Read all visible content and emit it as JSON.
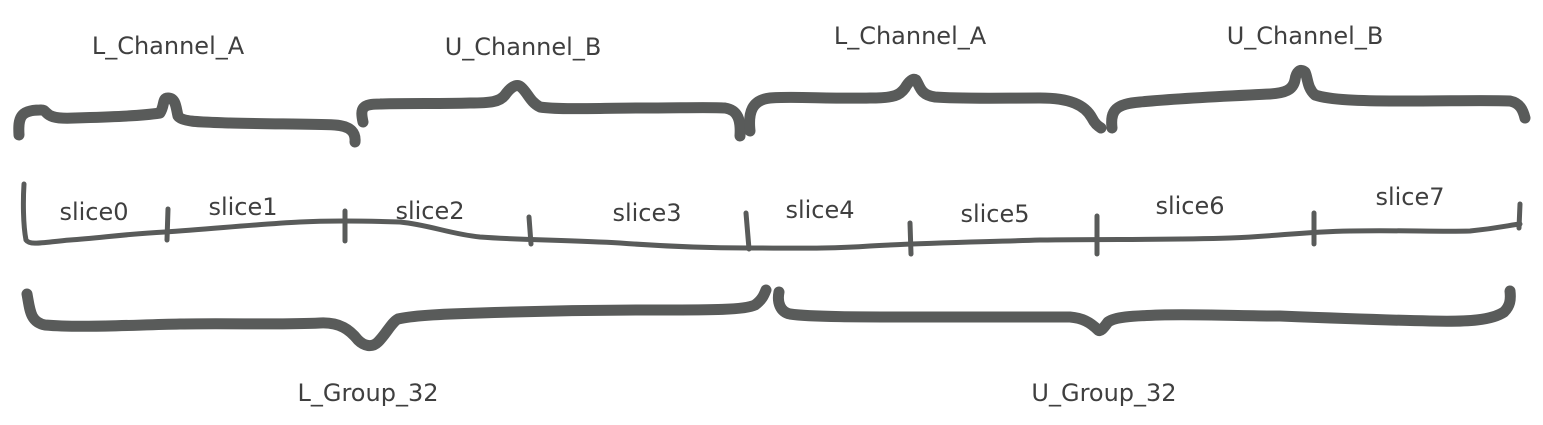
{
  "colors": {
    "ink": "#595b5a",
    "text": "#3f3f3f",
    "background": "#ffffff"
  },
  "top_labels": [
    "L_Channel_A",
    "U_Channel_B",
    "L_Channel_A",
    "U_Channel_B"
  ],
  "slices": [
    "slice0",
    "slice1",
    "slice2",
    "slice3",
    "slice4",
    "slice5",
    "slice6",
    "slice7"
  ],
  "bottom_labels": [
    "L_Group_32",
    "U_Group_32"
  ]
}
